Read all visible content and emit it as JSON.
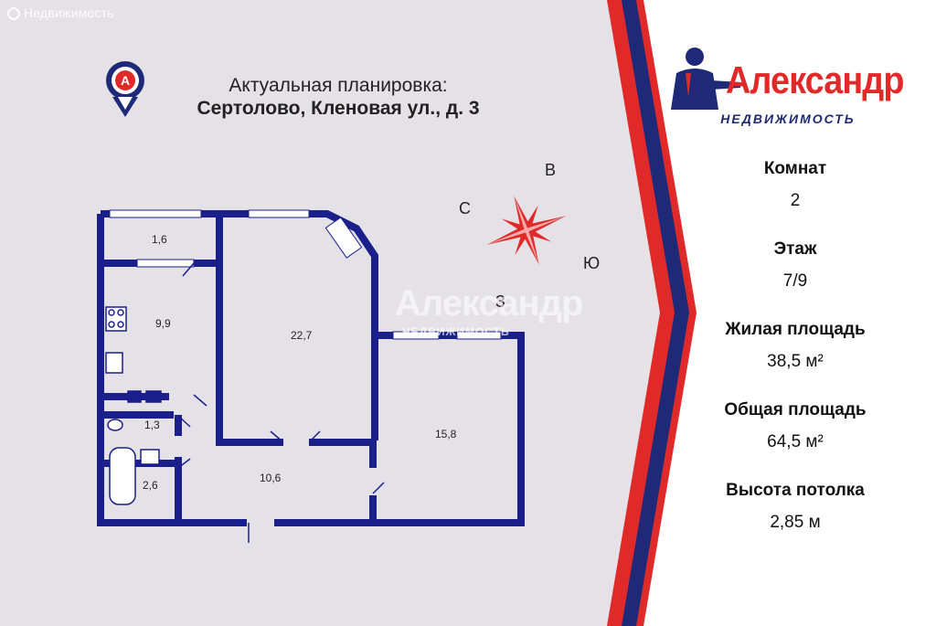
{
  "watermark": {
    "text": "Недвижимость"
  },
  "header": {
    "line1": "Актуальная планировка:",
    "line2": "Сертолово, Кленовая ул., д. 3",
    "pin_letter": "А"
  },
  "compass": {
    "north": "С",
    "east": "В",
    "south": "Ю",
    "west": "З"
  },
  "plan": {
    "rooms": [
      {
        "id": "balcony",
        "area": "1,6"
      },
      {
        "id": "kitchen",
        "area": "9,9"
      },
      {
        "id": "room-large",
        "area": "22,7"
      },
      {
        "id": "room-right",
        "area": "15,8"
      },
      {
        "id": "toilet",
        "area": "1,3"
      },
      {
        "id": "bathroom",
        "area": "2,6"
      },
      {
        "id": "hallway",
        "area": "10,6"
      }
    ],
    "watermark_main": "Александр",
    "watermark_sub": "НЕДВИЖИМОСТЬ"
  },
  "brand": {
    "name": "Александр",
    "sub": "НЕДВИЖИМОСТЬ"
  },
  "facts": [
    {
      "label": "Комнат",
      "value": "2"
    },
    {
      "label": "Этаж",
      "value": "7/9"
    },
    {
      "label": "Жилая площадь",
      "value": "38,5 м²"
    },
    {
      "label": "Общая площадь",
      "value": "64,5 м²"
    },
    {
      "label": "Высота потолка",
      "value": "2,85 м"
    }
  ],
  "colors": {
    "navy": "#1e2a78",
    "red": "#e02a2a",
    "wall": "#1a1f8c",
    "bg": "#e4e2e6"
  }
}
